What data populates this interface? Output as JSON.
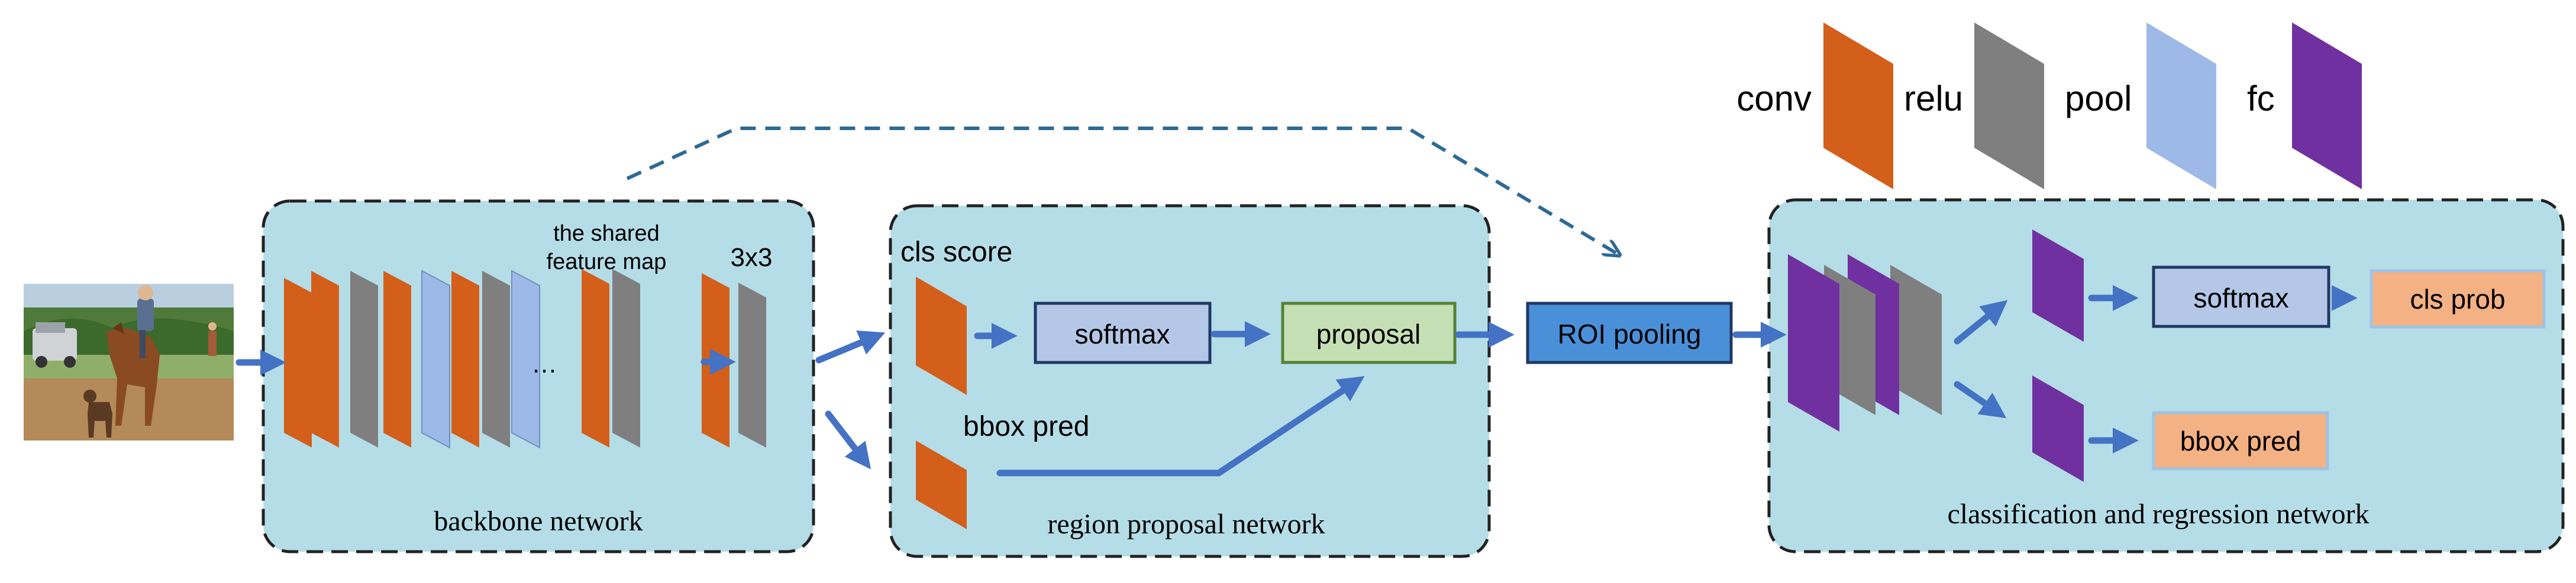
{
  "legend": {
    "conv": "conv",
    "relu": "relu",
    "pool": "pool",
    "fc": "fc"
  },
  "backbone": {
    "title": "backbone network",
    "shared_line1": "the shared",
    "shared_line2": "feature map",
    "kernel": "3x3",
    "ellipsis": "…"
  },
  "rpn": {
    "title": "region proposal network",
    "cls_score": "cls score",
    "bbox_pred": "bbox pred",
    "softmax": "softmax",
    "proposal": "proposal"
  },
  "roi_pooling": "ROI pooling",
  "head": {
    "title": "classification and regression network",
    "softmax": "softmax",
    "cls_prob": "cls prob",
    "bbox_pred": "bbox pred"
  },
  "colors": {
    "conv": "#D35F1B",
    "relu": "#7F7F7F",
    "pool": "#9DB9E8",
    "fc": "#7030A0",
    "region_bg": "#B5DDE7",
    "arrow": "#4472C4",
    "softmax_fill": "#B4C7E7",
    "softmax_border": "#1F3864",
    "proposal_fill": "#C5E0B4",
    "proposal_border": "#548235",
    "roi_fill": "#4A90D9",
    "roi_border": "#1F3864",
    "out_fill": "#F4B183",
    "out_border": "#9DC3E6"
  }
}
